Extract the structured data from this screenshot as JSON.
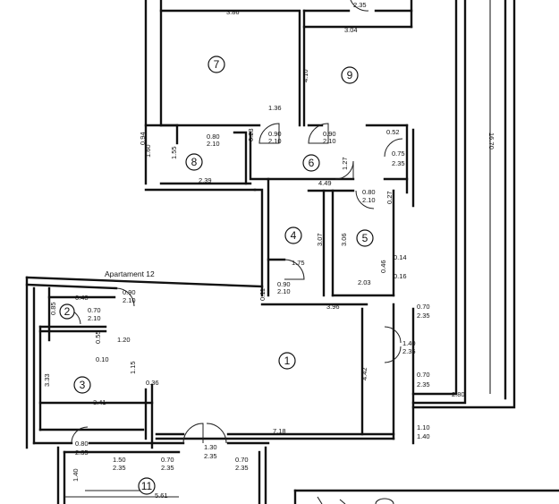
{
  "apartment_label": "Apartament 12",
  "rooms": [
    "7",
    "9",
    "8",
    "6",
    "4",
    "5",
    "2",
    "3",
    "1",
    "11"
  ],
  "dimensions": {
    "d_386": "3.86",
    "d_304": "3.04",
    "d_410": "4.10",
    "d_136": "1.36",
    "d_052": "0.52",
    "d_1670": "16.70",
    "d_090_210_a": "0.90",
    "d_210_a": "2.10",
    "d_090_210_b": "0.90",
    "d_210_b": "2.10",
    "d_080_210_a": "0.80",
    "d_210_c": "2.10",
    "d_023": "0.23",
    "d_075": "0.75",
    "d_235_a": "2.35",
    "d_094": "0.94",
    "d_160": "1.60",
    "d_155": "1.55",
    "d_239": "2.39",
    "d_127": "1.27",
    "d_449": "4.49",
    "d_080_210_b": "0.80",
    "d_210_d": "2.10",
    "d_027": "0.27",
    "d_307": "3.07",
    "d_306": "3.06",
    "d_014": "0.14",
    "d_175": "1.75",
    "d_203": "2.03",
    "d_016": "0.16",
    "d_046": "0.46",
    "d_090_210_c": "0.90",
    "d_210_e": "2.10",
    "d_011": "0.11",
    "d_396": "3.96",
    "d_048": "0.48",
    "d_085": "0.85",
    "d_070_210": "0.70",
    "d_210_f": "2.10",
    "d_090_210_d": "0.90",
    "d_210_g": "2.10",
    "d_070_235_a": "0.70",
    "d_235_b": "2.35",
    "d_140_235": "1.40",
    "d_235_c": "2.35",
    "d_070_235_b": "0.70",
    "d_235_d": "2.35",
    "d_055": "0.55",
    "d_120": "1.20",
    "d_010": "0.10",
    "d_115": "1.15",
    "d_333": "3.33",
    "d_341": "3.41",
    "d_036": "0.36",
    "d_442": "4.42",
    "d_280": "2.80",
    "d_718": "7.18",
    "d_110": "1.10",
    "d_140": "1.40",
    "d_080_235": "0.80",
    "d_235_e": "2.35",
    "d_150": "1.50",
    "d_235_f": "2.35",
    "d_070_235_c": "0.70",
    "d_235_g": "2.35",
    "d_130": "1.30",
    "d_235_h": "2.35",
    "d_070_235_d": "0.70",
    "d_235_i": "2.35",
    "d_140_v": "1.40",
    "d_561": "5.61",
    "d_235_top": "2.35"
  }
}
